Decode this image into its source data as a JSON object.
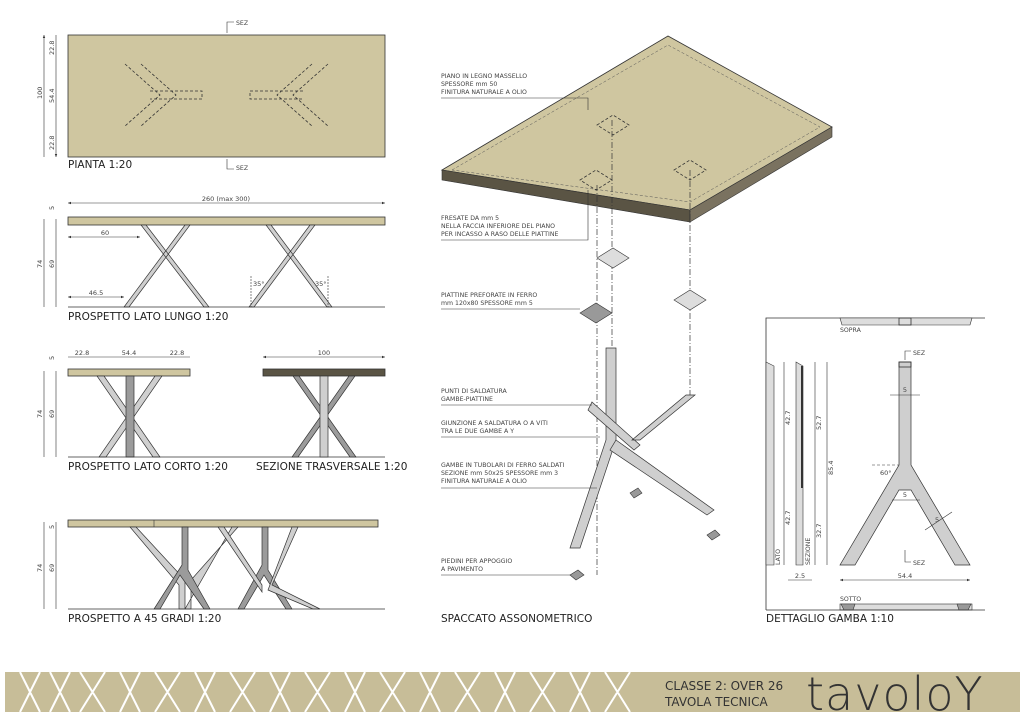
{
  "colors": {
    "wood": "#c9bf9a",
    "section_dark": "#5a5444",
    "footer_band": "#c7bd98",
    "leg_metal": "#cfcfcf"
  },
  "plan": {
    "title": "PIANTA 1:20",
    "sez_top": "SEZ",
    "sez_bottom": "SEZ",
    "dims": {
      "total": "100",
      "top": "22.8",
      "middle": "54.4",
      "bottom": "22.8"
    }
  },
  "long_elevation": {
    "title": "PROSPETTO LATO LUNGO 1:20",
    "dims": {
      "length": "260 (max 300)",
      "offset_top": "60",
      "offset_bottom": "46.5",
      "thickness": "5",
      "height_total": "74",
      "height_leg": "69",
      "angle_left": "35°",
      "angle_right": "35°"
    }
  },
  "short_elevation": {
    "title": "PROSPETTO LATO CORTO 1:20",
    "dims": {
      "left": "22.8",
      "middle": "54.4",
      "right": "22.8",
      "thickness": "5",
      "height_total": "74",
      "height_leg": "69"
    }
  },
  "cross_section": {
    "title": "SEZIONE TRASVERSALE 1:20",
    "dims": {
      "width": "100"
    }
  },
  "elevation_45": {
    "title": "PROSPETTO A 45 GRADI 1:20",
    "dims": {
      "thickness": "5",
      "height_total": "74",
      "height_leg": "69"
    }
  },
  "axonometric": {
    "title": "SPACCATO ASSONOMETRICO",
    "notes": [
      [
        "PIANO IN LEGNO MASSELLO",
        "SPESSORE mm 50",
        "FINITURA NATURALE A OLIO"
      ],
      [
        "FRESATE DA mm 5",
        "NELLA FACCIA INFERIORE DEL PIANO",
        "PER INCASSO A RASO DELLE PIATTINE"
      ],
      [
        "PIATTINE PREFORATE IN FERRO",
        "mm 120x80 SPESSORE mm 5"
      ],
      [
        "PUNTI DI SALDATURA",
        "GAMBE-PIATTINE"
      ],
      [
        "GIUNZIONE A SALDATURA O A VITI",
        "TRA LE DUE GAMBE A Y"
      ],
      [
        "GAMBE IN TUBOLARI DI FERRO SALDATI",
        "SEZIONE mm 50x25 SPESSORE mm 3",
        "FINITURA NATURALE A OLIO"
      ],
      [
        "PIEDINI PER APPOGGIO",
        "A PAVIMENTO"
      ]
    ]
  },
  "leg_detail": {
    "title": "DETTAGLIO GAMBA 1:10",
    "top_label": "SOPRA",
    "bottom_label": "SOTTO",
    "side_label": "LATO",
    "section_label": "SEZIONE",
    "sez_top": "SEZ",
    "sez_bottom": "SEZ",
    "dims": {
      "upper": "42.7",
      "lower": "42.7",
      "sec_upper": "52.7",
      "sec_lower": "32.7",
      "total": "85.4",
      "thickness": "2.5",
      "width": "54.4",
      "w1": "5",
      "w2": "5",
      "w3": "5",
      "angle": "60°"
    }
  },
  "footer": {
    "line1": "CLASSE 2: OVER 26",
    "line2": "TAVOLA TECNICA",
    "logo": "tavoloY"
  }
}
